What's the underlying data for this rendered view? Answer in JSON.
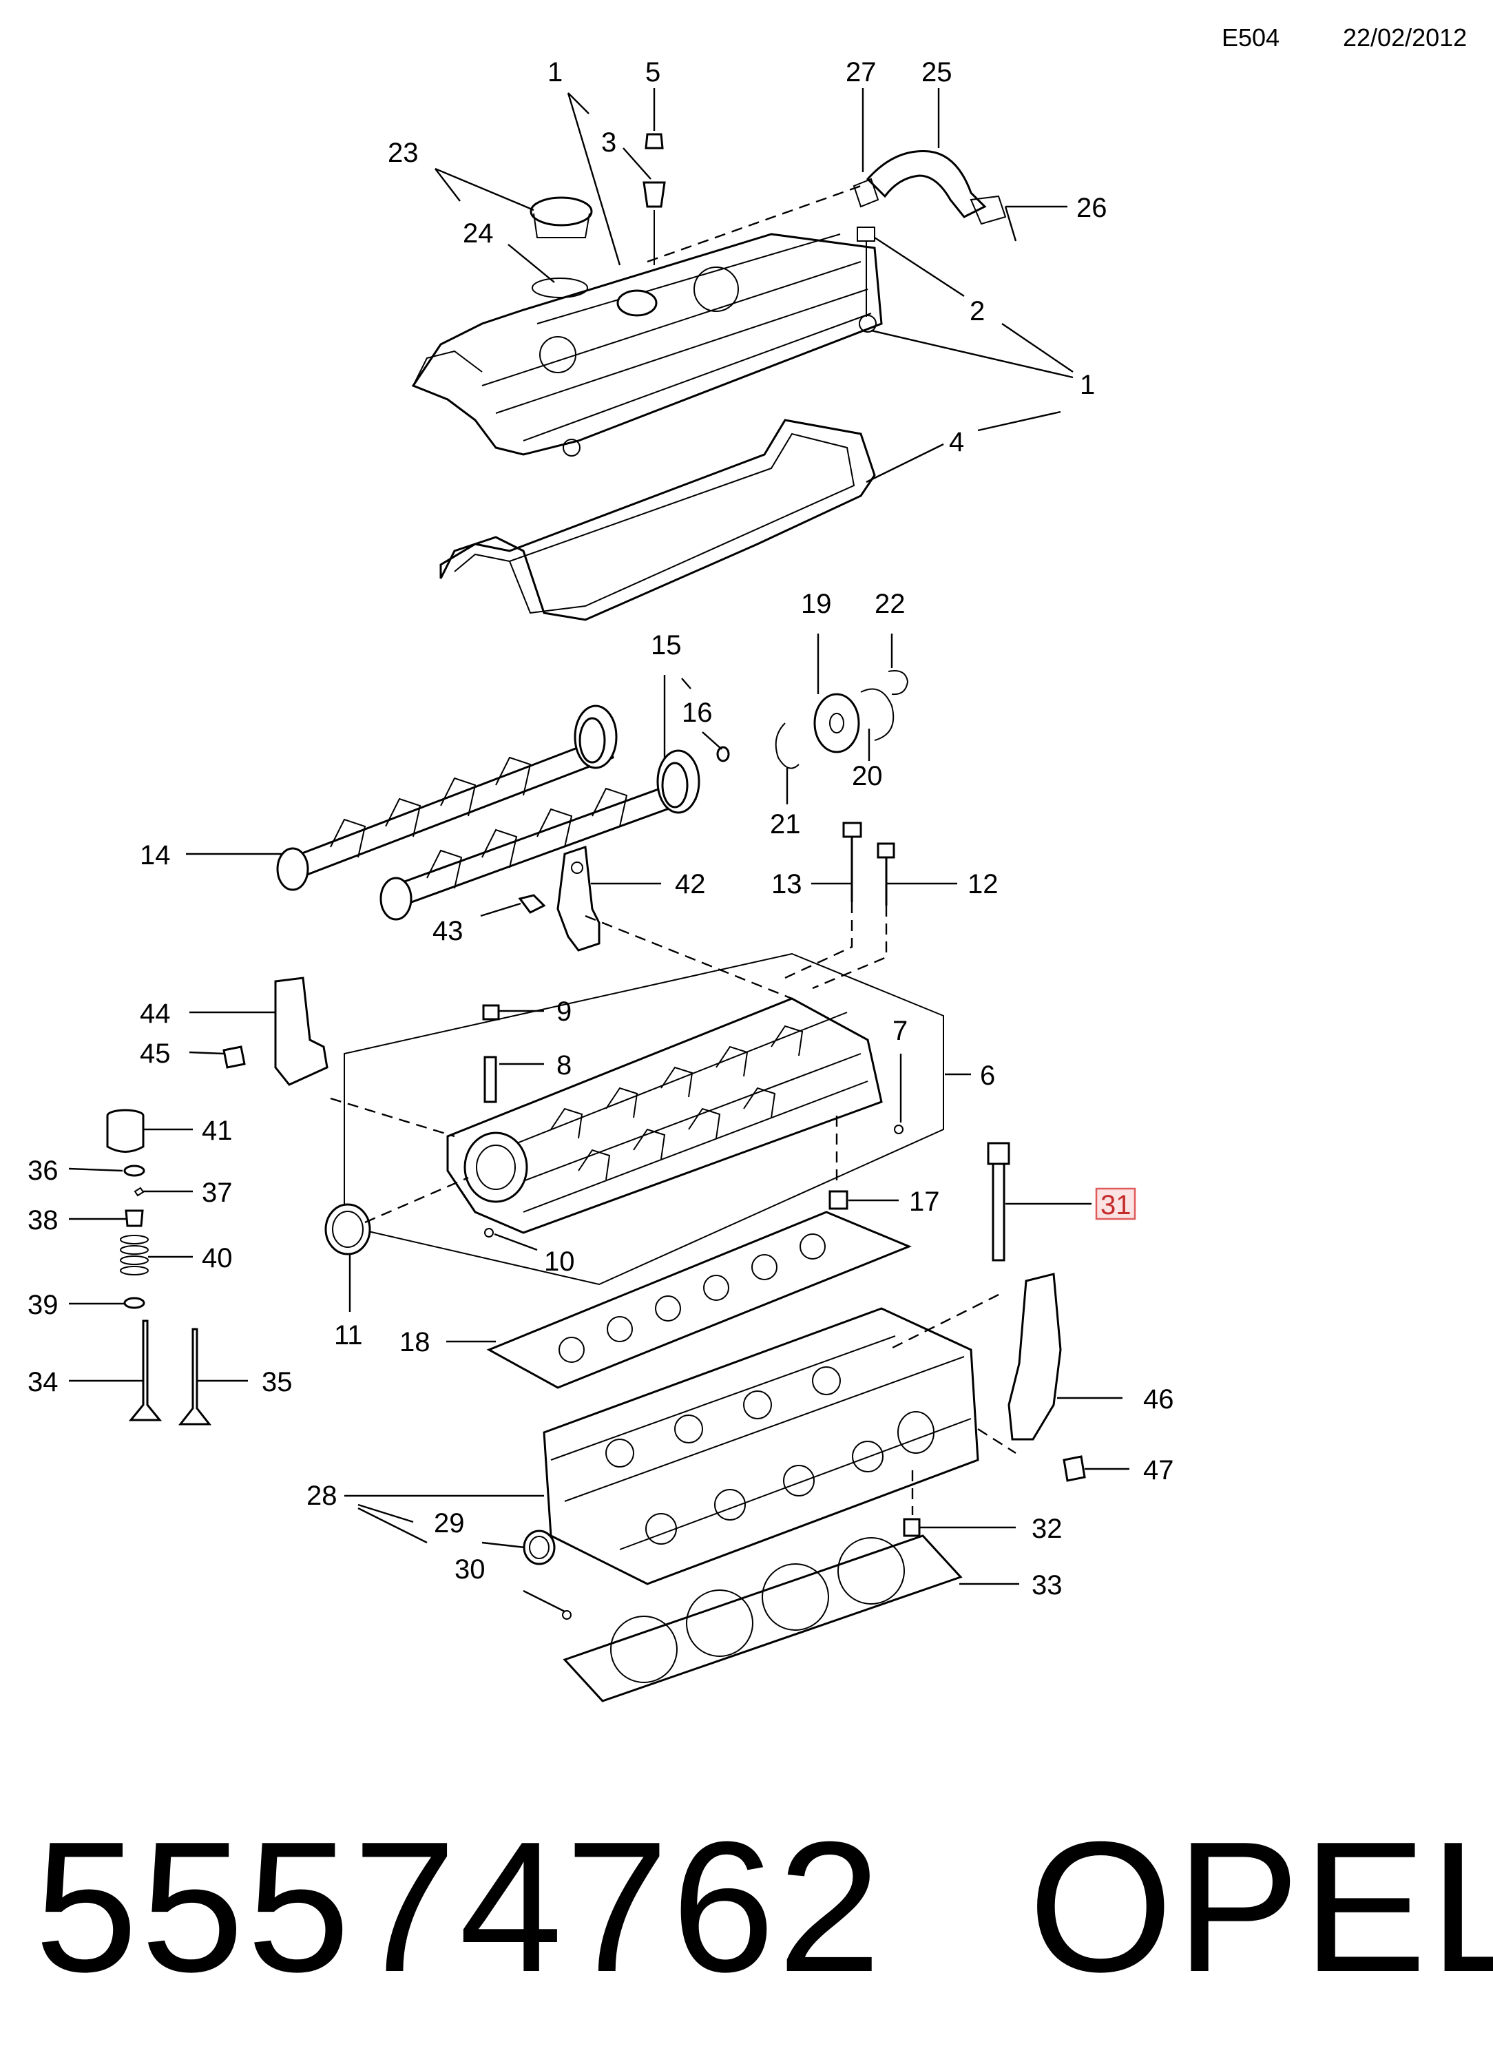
{
  "header": {
    "code": "E504",
    "date": "22/02/2012"
  },
  "diagram": {
    "callouts": [
      "1",
      "5",
      "3",
      "27",
      "25",
      "23",
      "24",
      "26",
      "2",
      "1",
      "4",
      "19",
      "22",
      "15",
      "16",
      "20",
      "21",
      "14",
      "13",
      "12",
      "42",
      "43",
      "44",
      "7",
      "9",
      "45",
      "8",
      "6",
      "41",
      "36",
      "37",
      "17",
      "31",
      "38",
      "40",
      "10",
      "11",
      "39",
      "18",
      "34",
      "35",
      "46",
      "47",
      "28",
      "29",
      "32",
      "30",
      "33"
    ],
    "highlighted_callout": "31"
  },
  "footer": {
    "part_number": "55574762",
    "brand": "OPEL"
  }
}
